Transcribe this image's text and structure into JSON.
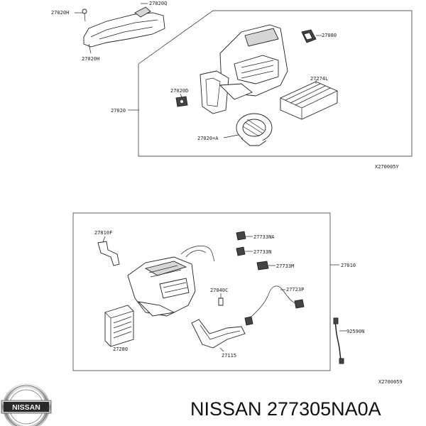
{
  "diagram_top": {
    "labels": {
      "l27020Q": "27020Q",
      "l27020H_top": "27020H",
      "l27020H": "27020H",
      "l27080": "27080",
      "l27274L": "27274L",
      "l27020D": "27020D",
      "l27020": "27020",
      "l27020A": "27020+A"
    },
    "code": "X270005Y"
  },
  "diagram_bottom": {
    "labels": {
      "l27810F": "27810F",
      "l27733NA": "27733NA",
      "l27733N": "27733N",
      "l27733M": "27733M",
      "l27010": "27010",
      "l27040C": "27040C",
      "l27723P": "27723P",
      "l27280": "27280",
      "l27115": "27115",
      "l92590N": "92590N"
    },
    "code": "X2700059"
  },
  "logo": {
    "text": "NISSAN"
  },
  "part_title": "NISSAN 277305NA0A"
}
